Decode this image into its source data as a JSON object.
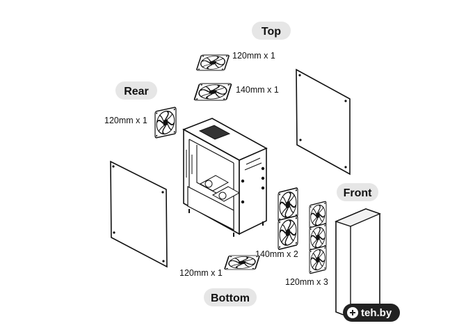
{
  "labels": {
    "top": "Top",
    "rear": "Rear",
    "front": "Front",
    "bottom": "Bottom"
  },
  "specs": {
    "top_fan_1": "120mm x 1",
    "top_fan_2": "140mm x 1",
    "rear_fan": "120mm x 1",
    "front_fan_140": "140mm x 2",
    "front_fan_120": "120mm x 3",
    "bottom_fan": "120mm x 1"
  },
  "watermark": {
    "text": "teh.by"
  },
  "colors": {
    "pill": "#e6e6e6",
    "line": "#111111",
    "watermark_bg": "#222222"
  },
  "icons": {
    "fan": "fan-icon",
    "panel": "side-panel",
    "chassis": "pc-case"
  }
}
